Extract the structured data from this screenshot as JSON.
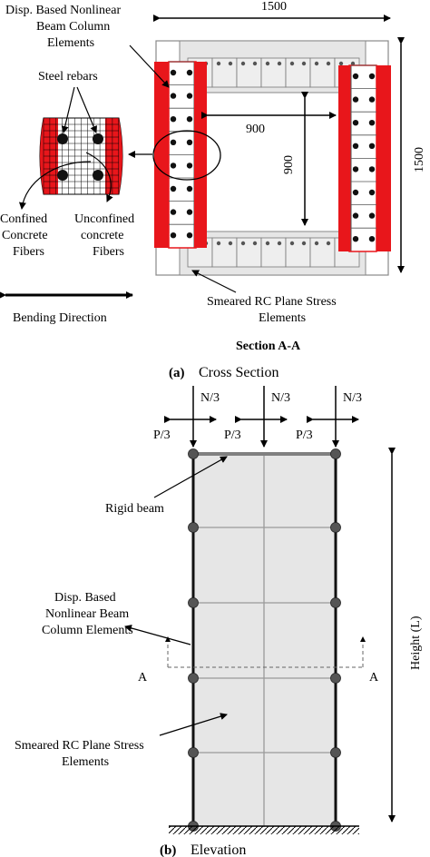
{
  "section": {
    "dim_width": "1500",
    "dim_height": "1500",
    "dim_inner_h": "900",
    "dim_inner_v": "900",
    "label_beam_elements": [
      "Disp. Based Nonlinear",
      "Beam Column",
      "Elements"
    ],
    "label_steel": "Steel rebars",
    "label_confined": [
      "Confined",
      "Concrete",
      "Fibers"
    ],
    "label_unconfined": [
      "Unconfined",
      "concrete",
      "Fibers"
    ],
    "label_bending": "Bending Direction",
    "label_smeared": [
      "Smeared RC Plane Stress",
      "Elements"
    ],
    "title": "Section A-A",
    "caption_letter": "(a)",
    "caption_text": "Cross Section"
  },
  "elevation": {
    "load_n": "N/3",
    "load_p": "P/3",
    "label_rigid": "Rigid beam",
    "label_beam_elements": [
      "Disp. Based",
      "Nonlinear Beam",
      "Column Elements"
    ],
    "label_smeared": [
      "Smeared RC Plane Stress",
      "Elements"
    ],
    "label_height": "Height (L)",
    "section_marker": "A",
    "caption_letter": "(b)",
    "caption_text": "Elevation"
  },
  "colors": {
    "boundary_red": "#e8161b",
    "panel_gray": "#e6e6e6",
    "node_gray": "#555555"
  }
}
